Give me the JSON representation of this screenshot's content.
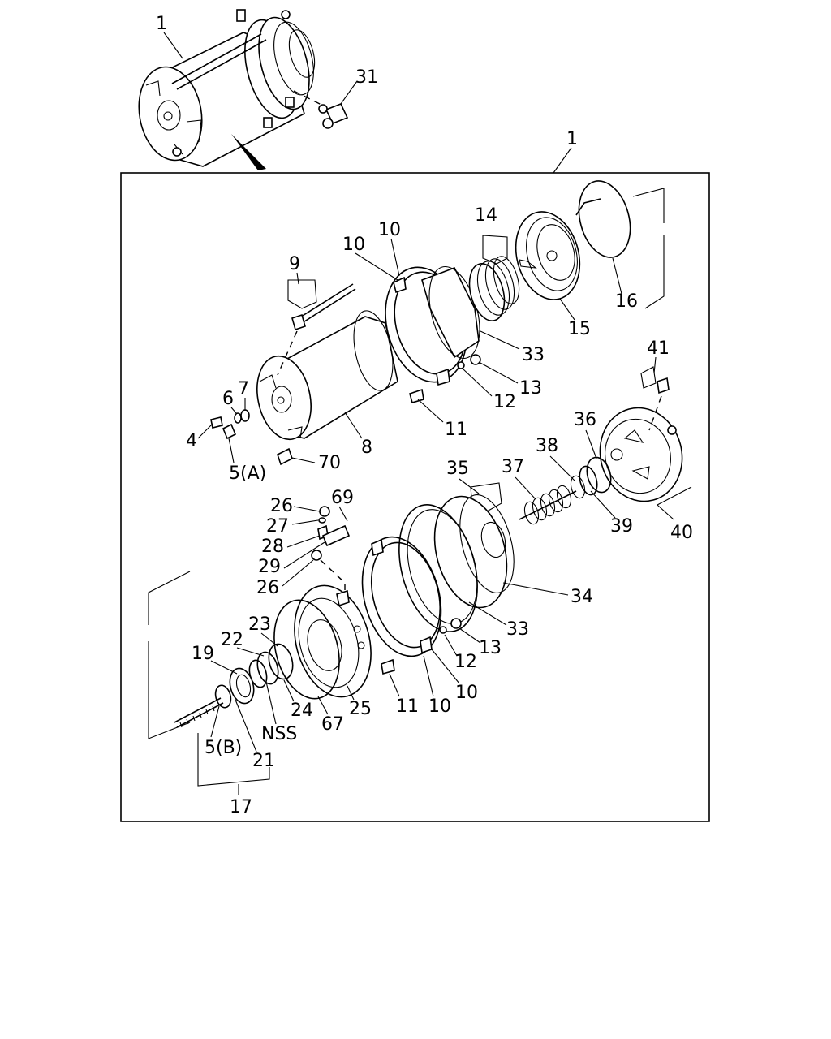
{
  "callouts": {
    "c1_top": "1",
    "c31": "31",
    "c1_frame": "1",
    "c9": "9",
    "c10a": "10",
    "c10b": "10",
    "c14": "14",
    "c16": "16",
    "c15": "15",
    "c33a": "33",
    "c13a": "13",
    "c12a": "12",
    "c11a": "11",
    "c8": "8",
    "c7": "7",
    "c6": "6",
    "c4": "4",
    "c5a": "5(A)",
    "c70": "70",
    "c41": "41",
    "c36": "36",
    "c38": "38",
    "c37": "37",
    "c35": "35",
    "c39": "39",
    "c40": "40",
    "c26a": "26",
    "c69": "69",
    "c27": "27",
    "c28": "28",
    "c29": "29",
    "c26b": "26",
    "c34": "34",
    "c33b": "33",
    "c13b": "13",
    "c12b": "12",
    "c23": "23",
    "c22": "22",
    "c19": "19",
    "c24": "24",
    "c67": "67",
    "c25": "25",
    "c11b": "11",
    "c10c": "10",
    "c10d": "10",
    "cNSS": "NSS",
    "c5b": "5(B)",
    "c21": "21",
    "c17": "17"
  }
}
